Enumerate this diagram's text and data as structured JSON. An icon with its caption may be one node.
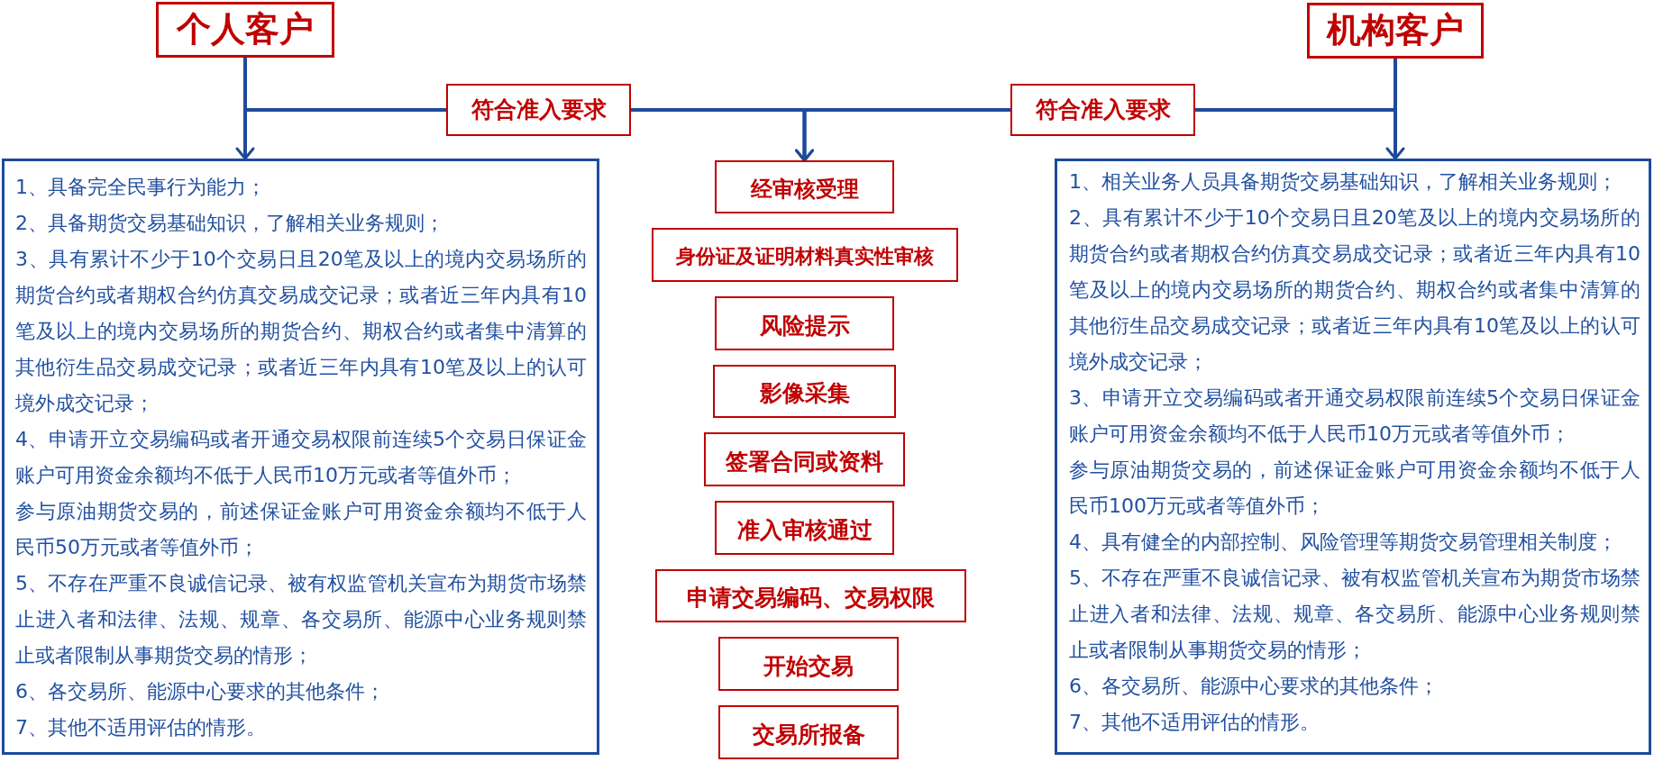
{
  "diagram": {
    "nodes": [
      {
        "text": [
          "个人客户"
        ]
      },
      {
        "text": [
          "符合准入要求"
        ]
      },
      {
        "text": [
          "符合准入要求"
        ]
      },
      {
        "text": [
          "机构客户"
        ]
      },
      {
        "text": [
          "1、具备完全民事行为能力；",
          "2、具备期货交易基础知识，了解相关业务规则；",
          "3、具有累计不少于10个交易日且20笔及以上的境内交易场所的期货合约或者期权合约仿真交易成交记录；或者近三年内具有10笔及以上的境内交易场所的期货合约、期权合约或者集中清算的其他衍生品交易成交记录；或者近三年内具有10笔及以上的认可境外成交记录；",
          "4、申请开立交易编码或者开通交易权限前连续5个交易日保证金账户可用资金余额均不低于人民币10万元或者等值外币；",
          "参与原油期货交易的，前述保证金账户可用资金余额均不低于人民币50万元或者等值外币；",
          "5、不存在严重不良诚信记录、被有权监管机关宣布为期货市场禁止进入者和法律、法规、规章、各交易所、能源中心业务规则禁止或者限制从事期货交易的情形；",
          "6、各交易所、能源中心要求的其他条件；",
          "7、其他不适用评估的情形。"
        ]
      },
      {
        "text": [
          "经审核受理"
        ]
      },
      {
        "text": [
          "身份证及证明材料真实性审核"
        ]
      },
      {
        "text": [
          "风险提示"
        ]
      },
      {
        "text": [
          "影像采集"
        ]
      },
      {
        "text": [
          "签署合同或资料"
        ]
      },
      {
        "text": [
          "准入审核通过"
        ]
      },
      {
        "text": [
          "申请交易编码、交易权限"
        ]
      },
      {
        "text": [
          "开始交易"
        ]
      },
      {
        "text": [
          "交易所报备"
        ]
      },
      {
        "text": [
          "1、相关业务人员具备期货交易基础知识，了解相关业务规则；",
          "2、具有累计不少于10个交易日且20笔及以上的境内交易场所的期货合约或者期权合约仿真交易成交记录；或者近三年内具有10笔及以上的境内交易场所的期货合约、期权合约或者集中清算的其他衍生品交易成交记录；或者近三年内具有10笔及以上的认可境外成交记录；",
          "3、申请开立交易编码或者开通交易权限前连续5个交易日保证金账户可用资金余额均不低于人民币10万元或者等值外币；",
          "参与原油期货交易的，前述保证金账户可用资金余额均不低于人民币100万元或者等值外币；",
          "4、具有健全的内部控制、风险管理等期货交易管理相关制度；",
          "5、不存在严重不良诚信记录、被有权监管机关宣布为期货市场禁止进入者和法律、法规、规章、各交易所、能源中心业务规则禁止或者限制从事期货交易的情形；",
          "6、各交易所、能源中心要求的其他条件；",
          "7、其他不适用评估的情形。"
        ]
      }
    ],
    "edges": [
      {
        "from": 0,
        "to": 4,
        "arrow": "to"
      },
      {
        "from": 0,
        "to": 1,
        "arrow": "none"
      },
      {
        "from": 1,
        "to": 5,
        "arrow": "to"
      },
      {
        "from": 3,
        "to": 2,
        "arrow": "none"
      },
      {
        "from": 2,
        "to": 5,
        "arrow": "to"
      },
      {
        "from": 3,
        "to": 14,
        "arrow": "to"
      }
    ]
  }
}
